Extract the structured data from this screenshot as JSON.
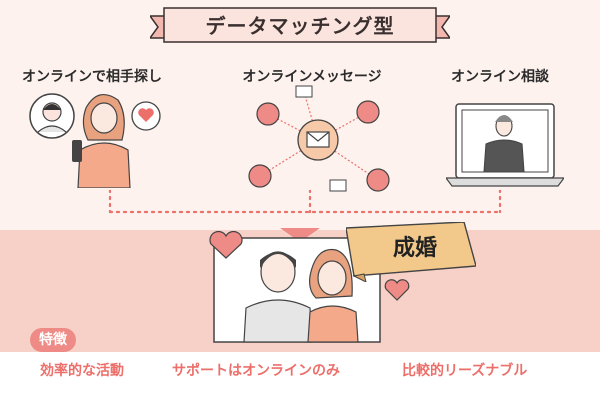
{
  "title": "データマッチング型",
  "methods": [
    {
      "label": "オンラインで相手探し"
    },
    {
      "label": "オンラインメッセージ"
    },
    {
      "label": "オンライン相談"
    }
  ],
  "result": "成婚",
  "features_badge": "特徴",
  "features": [
    {
      "label": "効率的な活動"
    },
    {
      "label": "サポートはオンラインのみ"
    },
    {
      "label": "比較的リーズナブル"
    }
  ],
  "colors": {
    "pink_bg": "#fdf2ee",
    "band": "#f7d1c7",
    "accent": "#ef8b86",
    "feature_text": "#ec6f6a",
    "banner_gold": "#f3c98b"
  }
}
